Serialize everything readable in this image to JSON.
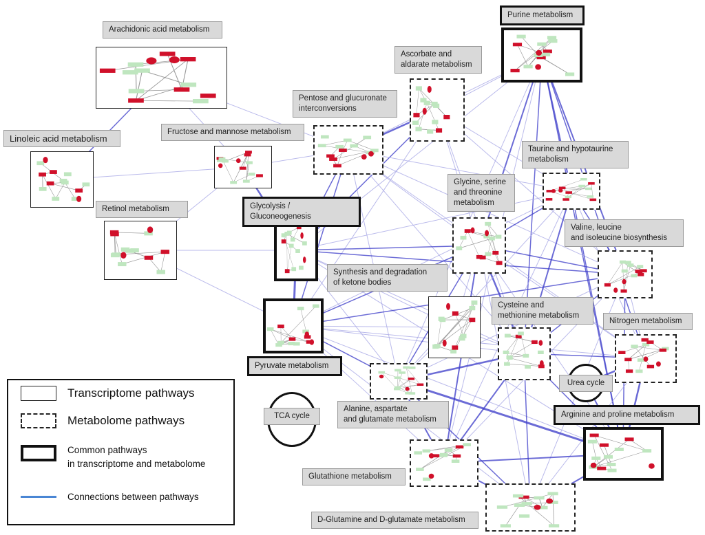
{
  "pathways": [
    {
      "key": "purine",
      "label": "Purine metabolism",
      "type": "common"
    },
    {
      "key": "arachidonic",
      "label": "Arachidonic acid metabolism",
      "type": "trans"
    },
    {
      "key": "ascorbate",
      "label": "Ascorbate and aldarate metabolism",
      "type": "meta"
    },
    {
      "key": "pentose",
      "label": "Pentose and glucuronate interconversions",
      "type": "meta"
    },
    {
      "key": "linoleic",
      "label": "Linoleic acid metabolism",
      "type": "trans"
    },
    {
      "key": "fructose",
      "label": "Fructose and mannose metabolism",
      "type": "trans"
    },
    {
      "key": "taurine",
      "label": "Taurine and hypotaurine metabolism",
      "type": "meta"
    },
    {
      "key": "glycine",
      "label": "Glycine, serine and threonine metabolism",
      "type": "meta"
    },
    {
      "key": "retinol",
      "label": "Retinol metabolism",
      "type": "trans"
    },
    {
      "key": "glycolysis",
      "label": "Glycolysis / Gluconeogenesis",
      "type": "common"
    },
    {
      "key": "valine",
      "label": "Valine, leucine and isoleucine biosynthesis",
      "type": "meta"
    },
    {
      "key": "ketone",
      "label": "Synthesis and degradation of ketone bodies",
      "type": "trans"
    },
    {
      "key": "cysteine",
      "label": "Cysteine and methionine metabolism",
      "type": "meta"
    },
    {
      "key": "nitrogen",
      "label": "Nitrogen metabolism",
      "type": "meta"
    },
    {
      "key": "pyruvate",
      "label": "Pyruvate metabolism",
      "type": "common"
    },
    {
      "key": "alanine",
      "label": "Alanine, aspartate and glutamate metabolism",
      "type": "meta"
    },
    {
      "key": "arginine",
      "label": "Arginine and proline metabolism",
      "type": "common"
    },
    {
      "key": "glutathione",
      "label": "Glutathione metabolism",
      "type": "meta"
    },
    {
      "key": "dglutamine",
      "label": "D-Glutamine and D-glutamate metabolism",
      "type": "meta"
    }
  ],
  "cycles": {
    "tca": "TCA cycle",
    "urea": "Urea cycle"
  },
  "labels": {
    "purine": "Purine metabolism",
    "arachidonic": "Arachidonic acid metabolism",
    "ascorbate_l1": "Ascorbate and",
    "ascorbate_l2": "aldarate metabolism",
    "pentose_l1": "Pentose and glucuronate",
    "pentose_l2": "interconversions",
    "linoleic": "Linoleic acid metabolism",
    "fructose": "Fructose and mannose metabolism",
    "taurine_l1": "Taurine and hypotaurine",
    "taurine_l2": "metabolism",
    "glycine_l1": "Glycine, serine",
    "glycine_l2": "and threonine",
    "glycine_l3": "metabolism",
    "retinol": "Retinol metabolism",
    "glycolysis": "Glycolysis / Gluconeogenesis",
    "valine_l1": "Valine, leucine",
    "valine_l2": "and isoleucine biosynthesis",
    "ketone_l1": "Synthesis and degradation",
    "ketone_l2": "of ketone bodies",
    "cysteine_l1": "Cysteine and",
    "cysteine_l2": "methionine metabolism",
    "nitrogen": "Nitrogen metabolism",
    "pyruvate": "Pyruvate metabolism",
    "alanine_l1": "Alanine, aspartate",
    "alanine_l2": "and glutamate metabolism",
    "arginine": "Arginine and proline metabolism",
    "glutathione": "Glutathione metabolism",
    "dglutamine": "D-Glutamine and D-glutamate metabolism"
  },
  "legend": {
    "transcriptome": "Transcriptome pathways",
    "metabolome": "Metabolome pathways",
    "common_l1": "Common pathways",
    "common_l2": "in transcriptome and metabolome",
    "connections": "Connections between pathways"
  },
  "colors": {
    "edge": "#3a3ac8",
    "edge_light": "#a9a9e6",
    "gene_up": "#d0102a",
    "gene_green": "#bfe6bf",
    "legend_line": "#4a86d4"
  }
}
